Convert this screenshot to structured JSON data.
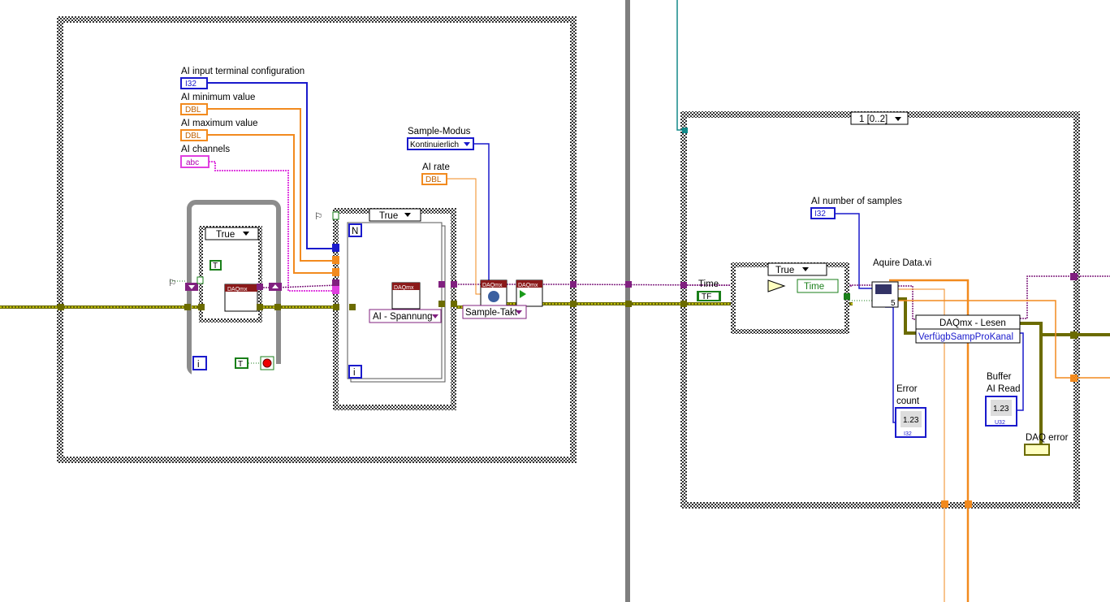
{
  "left_frame": {
    "controls": {
      "terminal_config_label": "AI input terminal configuration",
      "terminal_config_type": "I32",
      "min_label": "AI minimum value",
      "min_type": "DBL",
      "max_label": "AI maximum value",
      "max_type": "DBL",
      "channels_label": "AI channels",
      "channels_type": "abc",
      "sample_mode_label": "Sample-Modus",
      "sample_mode_value": "Kontinuierlich",
      "rate_label": "AI rate",
      "rate_type": "DBL"
    },
    "while_loop": {
      "case_value": "True",
      "bool_const": "T",
      "iteration": "i",
      "stop_const": "T",
      "node": "DAQmx"
    },
    "case_structure": {
      "case_value": "True",
      "for_count": "N",
      "for_iteration": "i",
      "node": "DAQmx",
      "channel_type": "AI - Spannung"
    },
    "timing_node": "DAQmx",
    "timing_type": "Sample-Takt",
    "start_node": "DAQmx"
  },
  "right_frame": {
    "selector": "1 [0..2]",
    "samples_label": "AI number of samples",
    "samples_type": "I32",
    "time_label": "Time",
    "time_const": "TF",
    "case_value": "True",
    "local_var": "Time",
    "subvi_label": "Aquire Data.vi",
    "subvi_count": "5",
    "read_node": "DAQmx - Lesen",
    "read_property": "VerfügbSampProKanal",
    "error_count_label": [
      "Error",
      "count"
    ],
    "error_count_type": "I32",
    "buffer_label": [
      "Buffer",
      "AI Read"
    ],
    "buffer_type": "U32",
    "indicator_value": "1.23",
    "daq_error_label": "DAQ error"
  },
  "colors": {
    "i32": "#1a1acc",
    "dbl": "#f28a1e",
    "string": "#e040e0",
    "error": "#d7d700",
    "task": "#80207f",
    "bool": "#1a7f1a"
  }
}
